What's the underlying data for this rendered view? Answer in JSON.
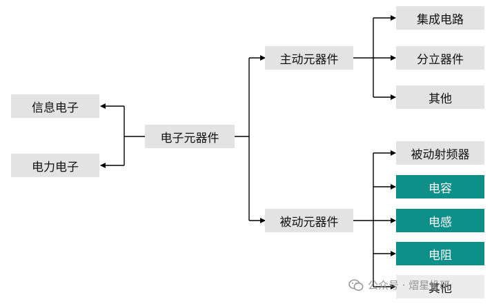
{
  "nodes": {
    "info": "信息电子",
    "power": "电力电子",
    "root": "电子元器件",
    "active": "主动元器件",
    "passive": "被动元器件",
    "ic": "集成电路",
    "discrete": "分立器件",
    "other_active": "其他",
    "rf": "被动射频器",
    "capacitor": "电容",
    "inductor": "电感",
    "resistor": "电阻",
    "other_passive": "其他"
  },
  "colors": {
    "node_grey": "#e3e3e3",
    "node_teal": "#0f8f8a",
    "line": "#000000"
  },
  "watermark": {
    "icon": "wechat-icon",
    "text": "公众号 · 熠星投研"
  }
}
